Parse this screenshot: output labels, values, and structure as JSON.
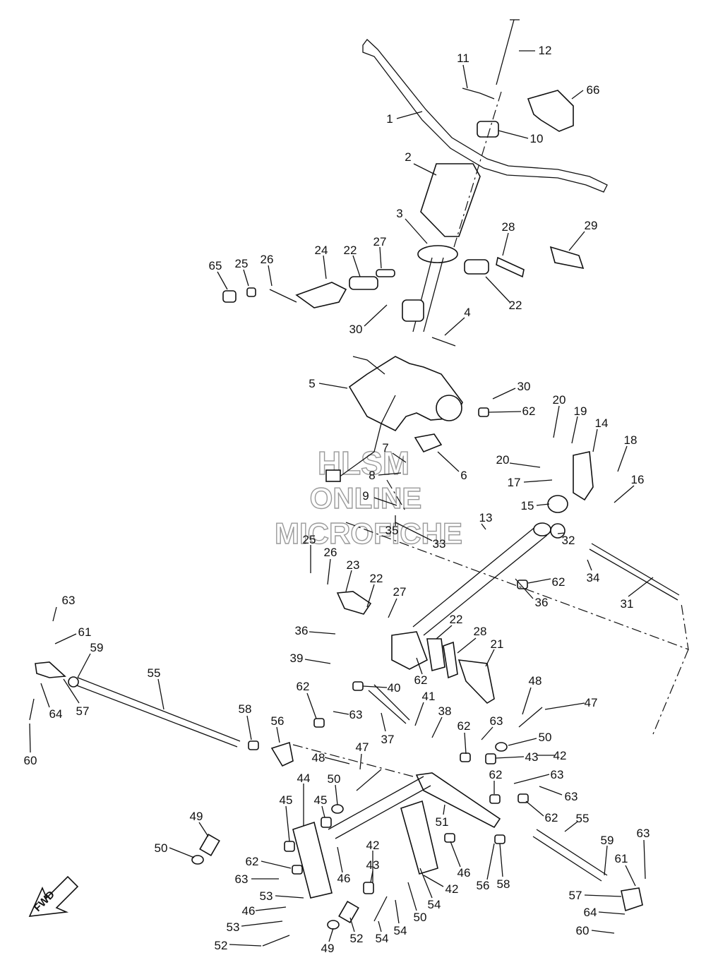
{
  "watermark": {
    "line1": "HLSM",
    "line2": "ONLINE",
    "line3": "MICROFICHE"
  },
  "direction_badge": {
    "text": "FWD",
    "icon": "arrow-left-down-icon"
  },
  "callouts": [
    {
      "text": "12"
    },
    {
      "text": "11"
    },
    {
      "text": "66"
    },
    {
      "text": "1"
    },
    {
      "text": "10"
    },
    {
      "text": "2"
    },
    {
      "text": "3"
    },
    {
      "text": "28"
    },
    {
      "text": "29"
    },
    {
      "text": "24"
    },
    {
      "text": "22"
    },
    {
      "text": "27"
    },
    {
      "text": "65"
    },
    {
      "text": "25"
    },
    {
      "text": "26"
    },
    {
      "text": "22"
    },
    {
      "text": "30"
    },
    {
      "text": "4"
    },
    {
      "text": "5"
    },
    {
      "text": "30"
    },
    {
      "text": "62"
    },
    {
      "text": "20"
    },
    {
      "text": "19"
    },
    {
      "text": "14"
    },
    {
      "text": "18"
    },
    {
      "text": "7"
    },
    {
      "text": "6"
    },
    {
      "text": "8"
    },
    {
      "text": "20"
    },
    {
      "text": "17"
    },
    {
      "text": "16"
    },
    {
      "text": "9"
    },
    {
      "text": "15"
    },
    {
      "text": "13"
    },
    {
      "text": "35"
    },
    {
      "text": "33"
    },
    {
      "text": "25"
    },
    {
      "text": "26"
    },
    {
      "text": "32"
    },
    {
      "text": "34"
    },
    {
      "text": "62"
    },
    {
      "text": "23"
    },
    {
      "text": "22"
    },
    {
      "text": "36"
    },
    {
      "text": "27"
    },
    {
      "text": "31"
    },
    {
      "text": "63"
    },
    {
      "text": "22"
    },
    {
      "text": "28"
    },
    {
      "text": "61"
    },
    {
      "text": "36"
    },
    {
      "text": "59"
    },
    {
      "text": "21"
    },
    {
      "text": "39"
    },
    {
      "text": "62"
    },
    {
      "text": "55"
    },
    {
      "text": "40"
    },
    {
      "text": "64"
    },
    {
      "text": "57"
    },
    {
      "text": "62"
    },
    {
      "text": "48"
    },
    {
      "text": "47"
    },
    {
      "text": "41"
    },
    {
      "text": "63"
    },
    {
      "text": "38"
    },
    {
      "text": "58"
    },
    {
      "text": "56"
    },
    {
      "text": "62"
    },
    {
      "text": "63"
    },
    {
      "text": "60"
    },
    {
      "text": "37"
    },
    {
      "text": "50"
    },
    {
      "text": "42"
    },
    {
      "text": "43"
    },
    {
      "text": "47"
    },
    {
      "text": "48"
    },
    {
      "text": "62"
    },
    {
      "text": "63"
    },
    {
      "text": "44"
    },
    {
      "text": "50"
    },
    {
      "text": "63"
    },
    {
      "text": "45"
    },
    {
      "text": "45"
    },
    {
      "text": "62"
    },
    {
      "text": "51"
    },
    {
      "text": "49"
    },
    {
      "text": "55"
    },
    {
      "text": "42"
    },
    {
      "text": "59"
    },
    {
      "text": "63"
    },
    {
      "text": "50"
    },
    {
      "text": "43"
    },
    {
      "text": "46"
    },
    {
      "text": "62"
    },
    {
      "text": "61"
    },
    {
      "text": "46"
    },
    {
      "text": "56"
    },
    {
      "text": "58"
    },
    {
      "text": "63"
    },
    {
      "text": "42"
    },
    {
      "text": "53"
    },
    {
      "text": "57"
    },
    {
      "text": "46"
    },
    {
      "text": "54"
    },
    {
      "text": "53"
    },
    {
      "text": "64"
    },
    {
      "text": "54"
    },
    {
      "text": "60"
    },
    {
      "text": "52"
    },
    {
      "text": "50"
    },
    {
      "text": "49"
    },
    {
      "text": "52"
    },
    {
      "text": "54"
    }
  ]
}
